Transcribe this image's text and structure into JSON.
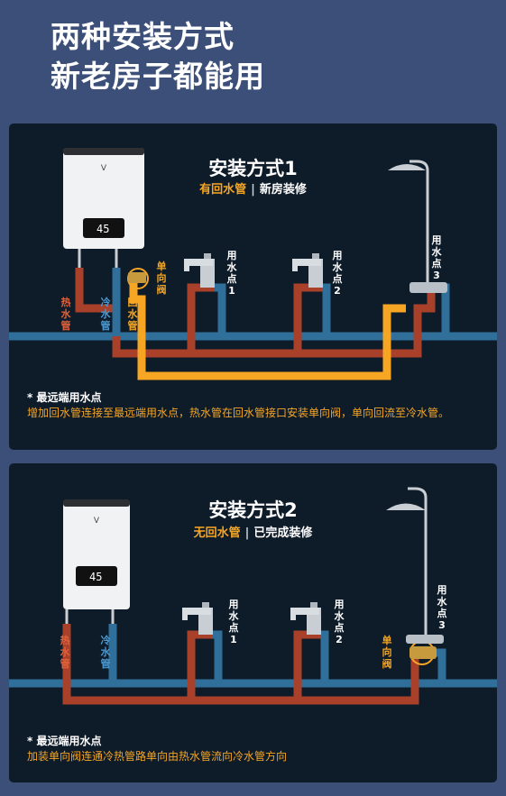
{
  "headline": {
    "line1": "两种安装方式",
    "line2": "新老房子都能用"
  },
  "heater": {
    "display": "45"
  },
  "labels": {
    "hot_pipe": "热水管",
    "cold_pipe": "冷水管",
    "return_pipe": "回水管",
    "check_valve": "单向阀",
    "point1": "用水点1",
    "point2": "用水点2",
    "point3": "用水点3"
  },
  "method1": {
    "title": "安装方式1",
    "sub_highlight": "有回水管",
    "sub_sep": "|",
    "sub_rest": "新房装修",
    "note_title": "* 最远端用水点",
    "note_body": "增加回水管连接至最远端用水点，热水管在回水管接口安装单向阀，单向回流至冷水管。"
  },
  "method2": {
    "title": "安装方式2",
    "sub_highlight": "无回水管",
    "sub_sep": "|",
    "sub_rest": "已完成装修",
    "note_title": "* 最远端用水点",
    "note_body": "加装单向阀连通冷热管路单向由热水管流向冷水管方向"
  },
  "colors": {
    "background": "#3b4f78",
    "panel": "#0e1b29",
    "hot": "#a9402a",
    "cold": "#2f6f9a",
    "return": "#f6a623",
    "label_hot": "#e0623c",
    "label_cold": "#4a9ad4"
  }
}
